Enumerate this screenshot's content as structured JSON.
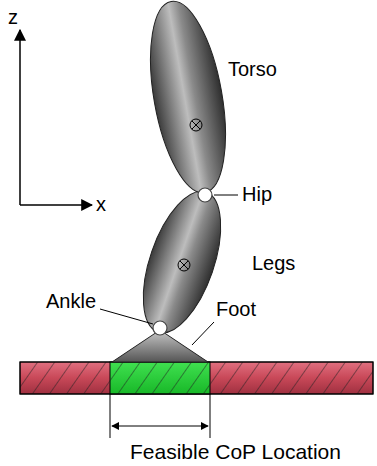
{
  "diagram": {
    "labels": [
      "z",
      "x",
      "Torso",
      "Hip",
      "Legs",
      "Ankle",
      "Foot",
      "Feasible CoP Location"
    ]
  }
}
